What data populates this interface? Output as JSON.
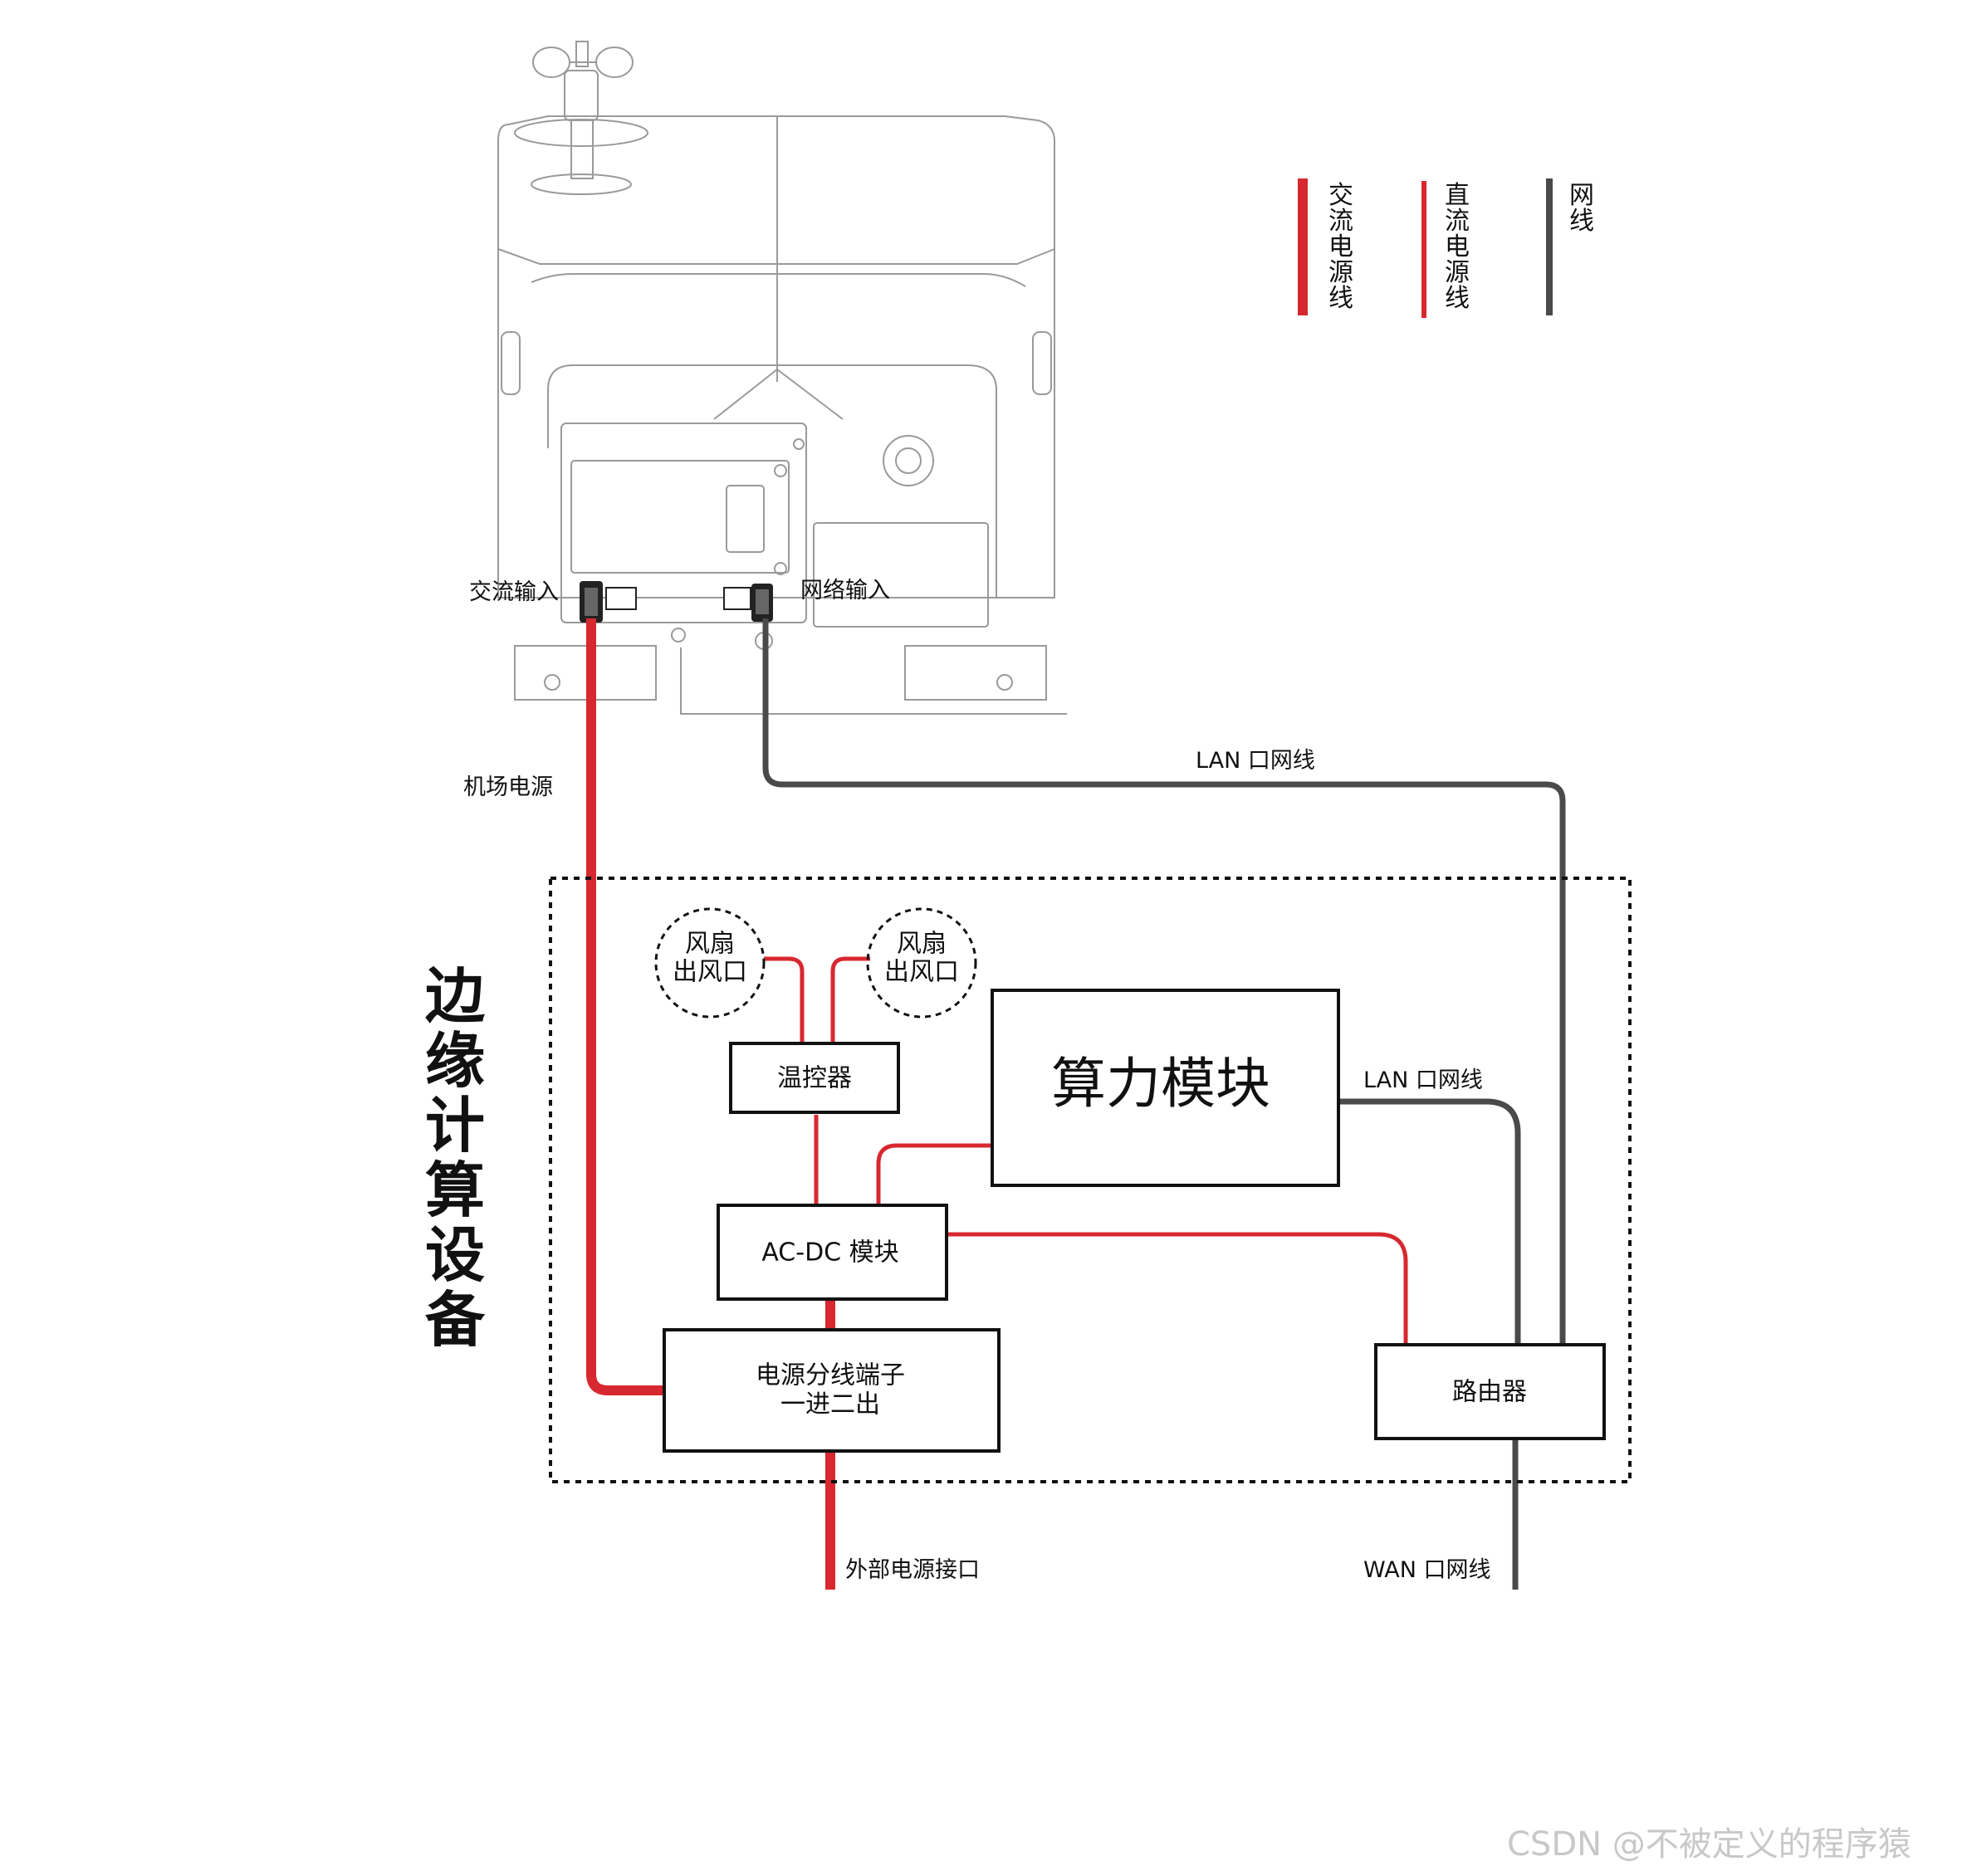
{
  "legend": {
    "items": [
      {
        "label": "交流电源线",
        "color": "#d7282f"
      },
      {
        "label": "直流电源线",
        "color": "#d7282f"
      },
      {
        "label": "网线",
        "color": "#4a4a4a"
      }
    ]
  },
  "device": {
    "ac_input_label": "交流输入",
    "network_input_label": "网络输入"
  },
  "wires": {
    "airport_power": "机场电源",
    "lan_top": "LAN 口网线",
    "lan_inner": "LAN 口网线",
    "external_power": "外部电源接口",
    "wan": "WAN 口网线"
  },
  "edge_box": {
    "title": "边缘计算设备",
    "fan1": {
      "line1": "风扇",
      "line2": "出风口"
    },
    "fan2": {
      "line1": "风扇",
      "line2": "出风口"
    },
    "thermostat": "温控器",
    "compute": "算力模块",
    "acdc": "AC-DC 模块",
    "splitter": {
      "line1": "电源分线端子",
      "line2": "一进二出"
    },
    "router": "路由器"
  },
  "colors": {
    "power": "#d7282f",
    "network": "#4a4a4a",
    "outline": "#111111"
  },
  "watermark": "CSDN @不被定义的程序猿"
}
